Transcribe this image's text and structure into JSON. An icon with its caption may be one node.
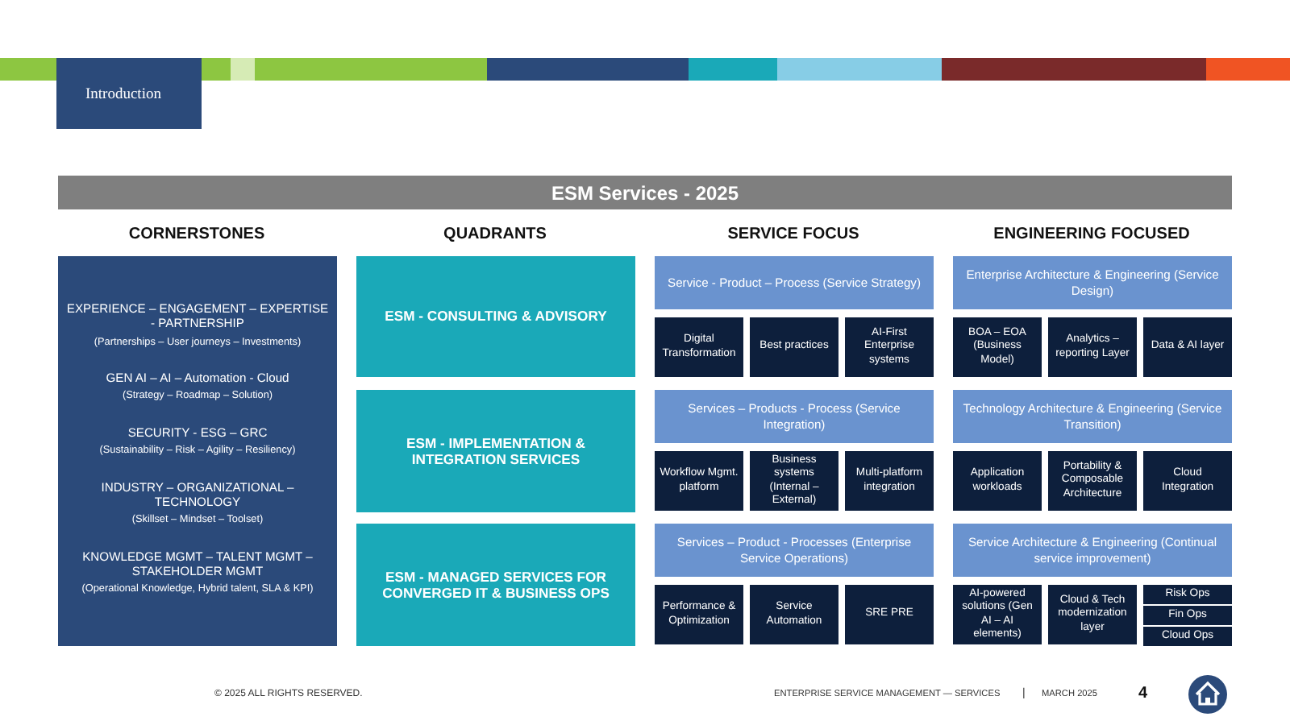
{
  "diagram": {
    "title": "ESM Services - 2025",
    "nodes": [
      {
        "text": [
          "EXPERIENCE – ENGAGEMENT – EXPERTISE - PARTNERSHIP",
          "(Partnerships – User journeys – Investments)",
          "GEN AI – AI – Automation - Cloud",
          "(Strategy – Roadmap – Solution)",
          "SECURITY - ESG – GRC",
          "(Sustainability – Risk – Agility – Resiliency)",
          "INDUSTRY – ORGANIZATIONAL – TECHNOLOGY",
          "(Skillset – Mindset – Toolset)",
          "KNOWLEDGE MGMT – TALENT MGMT – STAKEHOLDER MGMT",
          "(Operational Knowledge, Hybrid talent, SLA & KPI)"
        ]
      },
      {
        "text": [
          "ESM - CONSULTING & ADVISORY"
        ]
      },
      {
        "text": [
          "ESM - IMPLEMENTATION & INTEGRATION SERVICES"
        ]
      },
      {
        "text": [
          "ESM - MANAGED SERVICES FOR CONVERGED IT & BUSINESS OPS"
        ]
      },
      {
        "text": [
          "Service - Product – Process (Service Strategy)"
        ]
      },
      {
        "text": [
          "Enterprise Architecture & Engineering (Service Design)"
        ]
      },
      {
        "text": [
          "Digital Transformation"
        ]
      },
      {
        "text": [
          "Best practices"
        ]
      },
      {
        "text": [
          "AI-First Enterprise systems"
        ]
      },
      {
        "text": [
          "BOA – EOA (Business Model)"
        ]
      },
      {
        "text": [
          "Analytics – reporting Layer"
        ]
      },
      {
        "text": [
          "Data & AI layer"
        ]
      },
      {
        "text": [
          "Services – Products - Process (Service Integration)"
        ]
      },
      {
        "text": [
          "Technology Architecture & Engineering (Service Transition)"
        ]
      },
      {
        "text": [
          "Workflow Mgmt. platform"
        ]
      },
      {
        "text": [
          "Business systems (Internal – External)"
        ]
      },
      {
        "text": [
          "Multi-platform integration"
        ]
      },
      {
        "text": [
          "Application workloads"
        ]
      },
      {
        "text": [
          "Portability & Composable Architecture"
        ]
      },
      {
        "text": [
          "Cloud Integration"
        ]
      },
      {
        "text": [
          "Services – Product - Processes (Enterprise Service Operations)"
        ]
      },
      {
        "text": [
          "Service Architecture & Engineering (Continual service improvement)"
        ]
      },
      {
        "text": [
          "Performance & Optimization"
        ]
      },
      {
        "text": [
          "Service Automation"
        ]
      },
      {
        "text": [
          "SRE PRE"
        ]
      },
      {
        "text": [
          "AI-powered solutions (Gen AI – AI elements)"
        ]
      },
      {
        "text": [
          "Cloud & Tech modernization layer"
        ]
      },
      {
        "text": [
          "Risk Ops"
        ]
      },
      {
        "text": [
          "Fin Ops"
        ]
      },
      {
        "text": [
          "Cloud Ops"
        ]
      }
    ],
    "edges": [],
    "labels": [
      "Introduction",
      "CORNERSTONES",
      "QUADRANTS",
      "SERVICE FOCUS",
      "ENGINEERING FOCUSED",
      "© 2025 ALL RIGHTS RESERVED.",
      "ENTERPRISE SERVICE MANAGEMENT — SERVICES",
      "|",
      "MARCH 2025",
      "4"
    ]
  }
}
